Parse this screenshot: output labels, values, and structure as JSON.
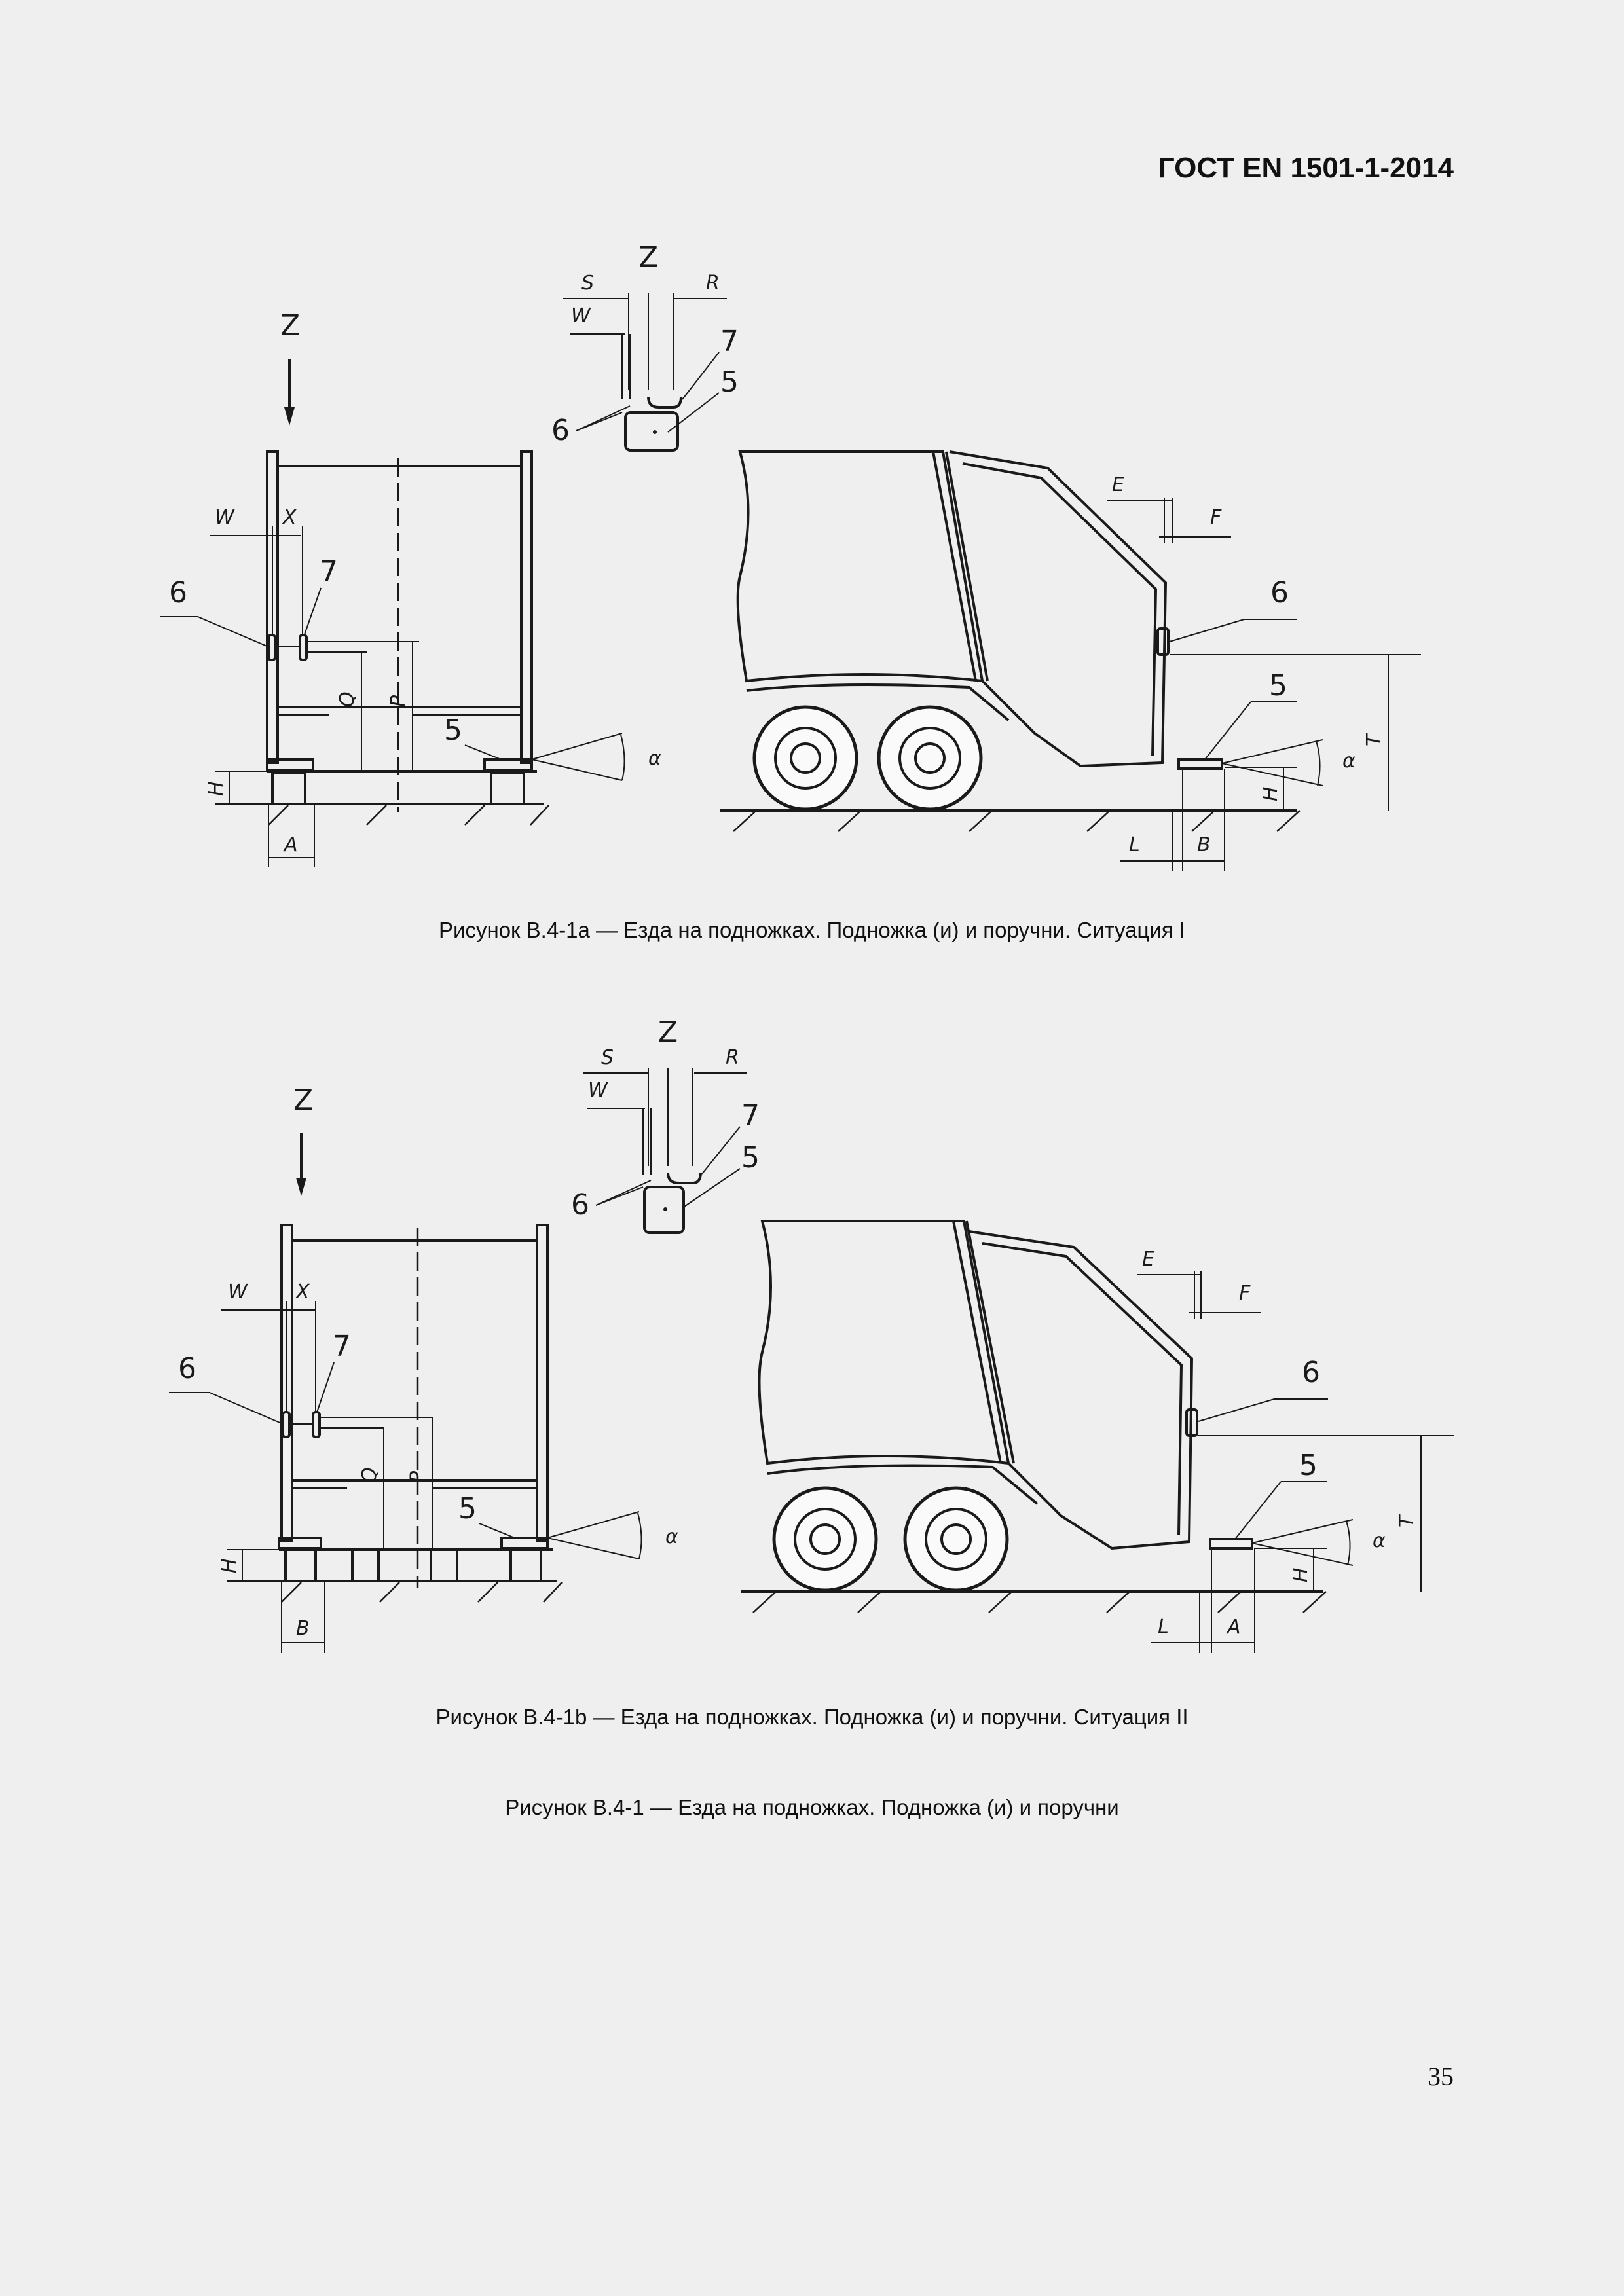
{
  "header": {
    "standard": "ГОСТ EN 1501-1-2014"
  },
  "figures": [
    {
      "caption": "Рисунок В.4-1а — Езда на подножках. Подножка (и) и поручни. Ситуация I",
      "labels": {
        "z_top": "Z",
        "s": "S",
        "r": "R",
        "w_top": "W",
        "n7_top": "7",
        "n5_top": "5",
        "n6_top": "6",
        "z_left": "Z",
        "w_left": "W",
        "x_left": "X",
        "n6_left": "6",
        "n7_left": "7",
        "q": "Q",
        "p": "P",
        "n5_left": "5",
        "alpha_left": "α",
        "h_left": "H",
        "base_left": "A",
        "e": "E",
        "f": "F",
        "n6_right": "6",
        "n5_right": "5",
        "alpha_right": "α",
        "h_right": "H",
        "t": "T",
        "l": "L",
        "base_right": "B"
      }
    },
    {
      "caption": "Рисунок В.4-1b — Езда на подножках. Подножка (и) и поручни. Ситуация II",
      "labels": {
        "z_top": "Z",
        "s": "S",
        "r": "R",
        "w_top": "W",
        "n7_top": "7",
        "n5_top": "5",
        "n6_top": "6",
        "z_left": "Z",
        "w_left": "W",
        "x_left": "X",
        "n6_left": "6",
        "n7_left": "7",
        "q": "Q",
        "p": "P",
        "n5_left": "5",
        "alpha_left": "α",
        "h_left": "H",
        "base_left": "B",
        "e": "E",
        "f": "F",
        "n6_right": "6",
        "n5_right": "5",
        "alpha_right": "α",
        "h_right": "H",
        "t": "T",
        "l": "L",
        "base_right": "A"
      }
    }
  ],
  "overall_caption": "Рисунок В.4-1 — Езда на подножках. Подножка (и) и поручни",
  "page_number": "35"
}
